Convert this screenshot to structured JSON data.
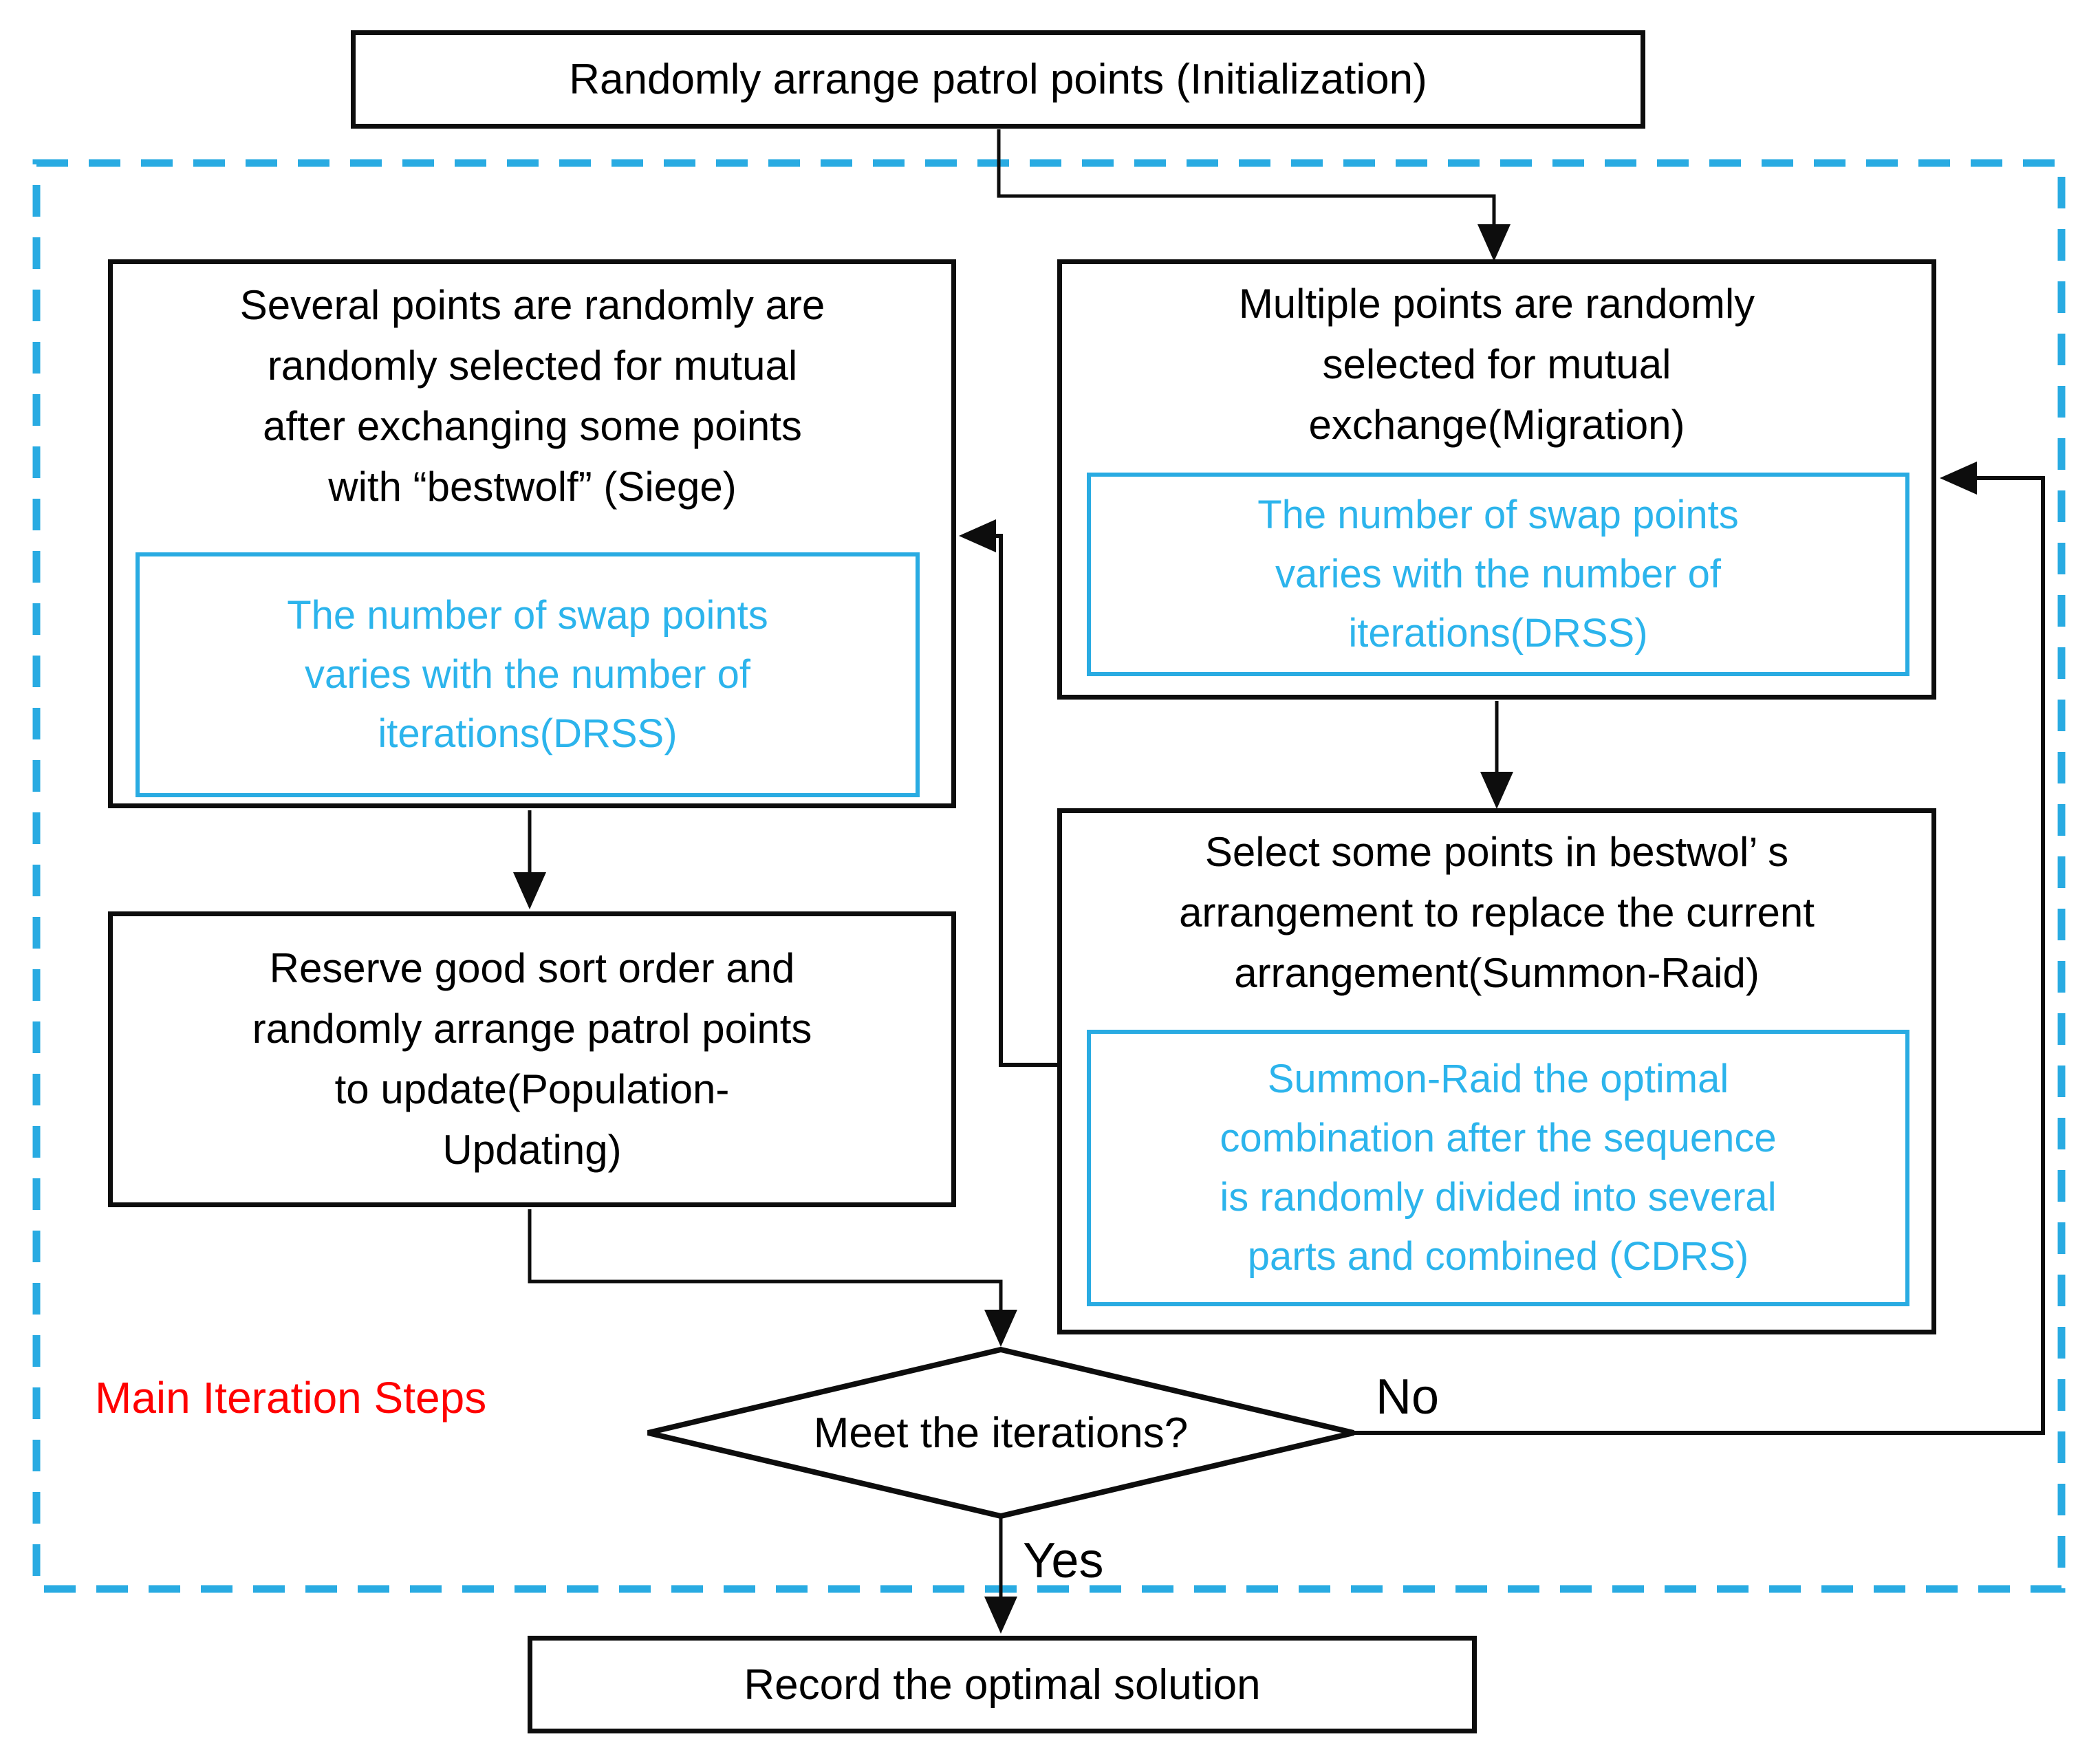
{
  "colors": {
    "accent_blue": "#29abe2",
    "note_text_blue": "#2cb4ec",
    "region_label_red": "#ff0000",
    "line_black": "#0d0d0d"
  },
  "nodes": {
    "init": {
      "label": "Randomly arrange patrol points (Initialization)"
    },
    "siege": {
      "lines": [
        "Several points are randomly are",
        "randomly selected for mutual",
        "after exchanging some points",
        "with  “bestwolf”  (Siege)"
      ],
      "note_lines": [
        "The number of swap points",
        "varies with the number of",
        "iterations(DRSS)"
      ]
    },
    "migration": {
      "lines": [
        "Multiple points are randomly",
        "selected for mutual",
        "exchange(Migration)"
      ],
      "note_lines": [
        "The number of swap points",
        "varies with the number of",
        "iterations(DRSS)"
      ]
    },
    "population_updating": {
      "lines": [
        "Reserve good sort order and",
        "randomly arrange patrol points",
        "to update(Population-",
        "Updating)"
      ]
    },
    "summon_raid": {
      "lines": [
        "Select some points in bestwol’ s",
        "arrangement to replace the current",
        "arrangement(Summon-Raid)"
      ],
      "note_lines": [
        "Summon-Raid the optimal",
        "combination after the sequence",
        "is randomly divided into several",
        "parts and combined (CDRS)"
      ]
    },
    "decision": {
      "label": "Meet the iterations?"
    },
    "record": {
      "label": "Record the optimal solution"
    }
  },
  "labels": {
    "region": "Main Iteration Steps",
    "no": "No",
    "yes": "Yes"
  }
}
